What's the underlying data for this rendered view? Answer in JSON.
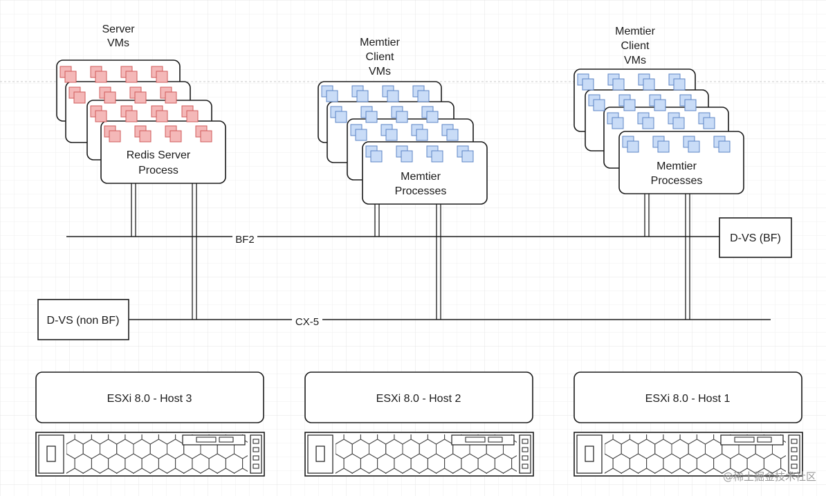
{
  "colors": {
    "server_process": "#f4b8b8",
    "server_process_stroke": "#d05a5a",
    "client_process": "#c9dcf7",
    "client_process_stroke": "#5c84c6",
    "line": "#1a1a1a"
  },
  "groups": {
    "server": {
      "label_line1": "Server",
      "label_line2": "VMs",
      "front_line1": "Redis Server",
      "front_line2": "Process"
    },
    "client2": {
      "label_line1": "Memtier",
      "label_line2": "Client",
      "label_line3": "VMs",
      "front_line1": "Memtier",
      "front_line2": "Processes"
    },
    "client1": {
      "label_line1": "Memtier",
      "label_line2": "Client",
      "label_line3": "VMs",
      "front_line1": "Memtier",
      "front_line2": "Processes"
    }
  },
  "networks": {
    "bf2": "BF2",
    "cx5": "CX-5"
  },
  "switches": {
    "bf": "D-VS (BF)",
    "non_bf": "D-VS (non BF)"
  },
  "hosts": {
    "host3": "ESXi 8.0 - Host 3",
    "host2": "ESXi 8.0 - Host 2",
    "host1": "ESXi 8.0 - Host 1"
  },
  "watermark": "@稀土掘金技术社区"
}
